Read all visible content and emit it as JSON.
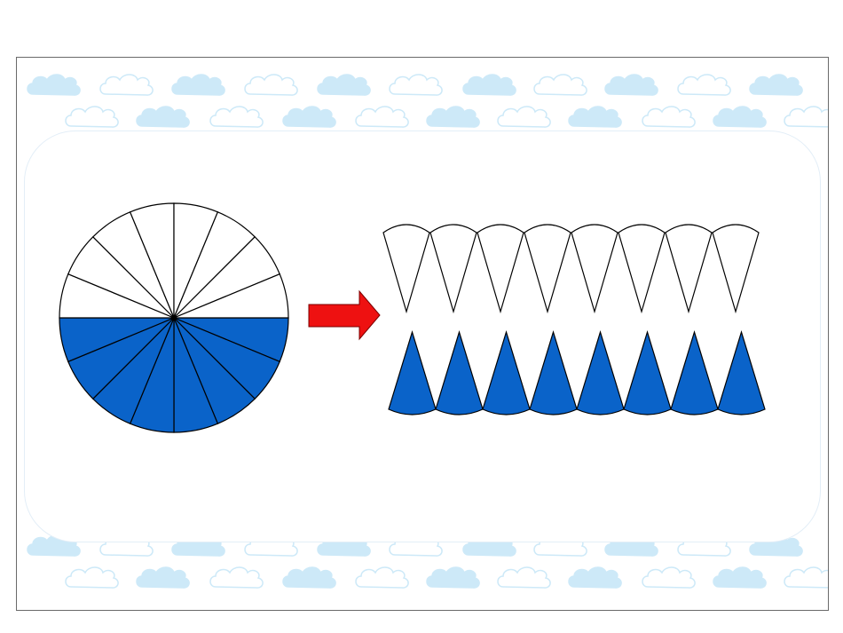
{
  "colors": {
    "blue": "#0A63C9",
    "white": "#ffffff",
    "stroke": "#000000",
    "arrow": "#EE1111",
    "cloud_fill": "#CDE9F8",
    "cloud_outline": "#CDE9F8"
  },
  "circle": {
    "sectors": 16,
    "shaded_sectors": 8,
    "shaded_half": "bottom"
  },
  "arrow": {
    "direction": "right"
  },
  "strip": {
    "top_row": {
      "pieces": 8,
      "fill": "white",
      "point": "down"
    },
    "bottom_row": {
      "pieces": 8,
      "fill": "blue",
      "point": "up"
    }
  }
}
